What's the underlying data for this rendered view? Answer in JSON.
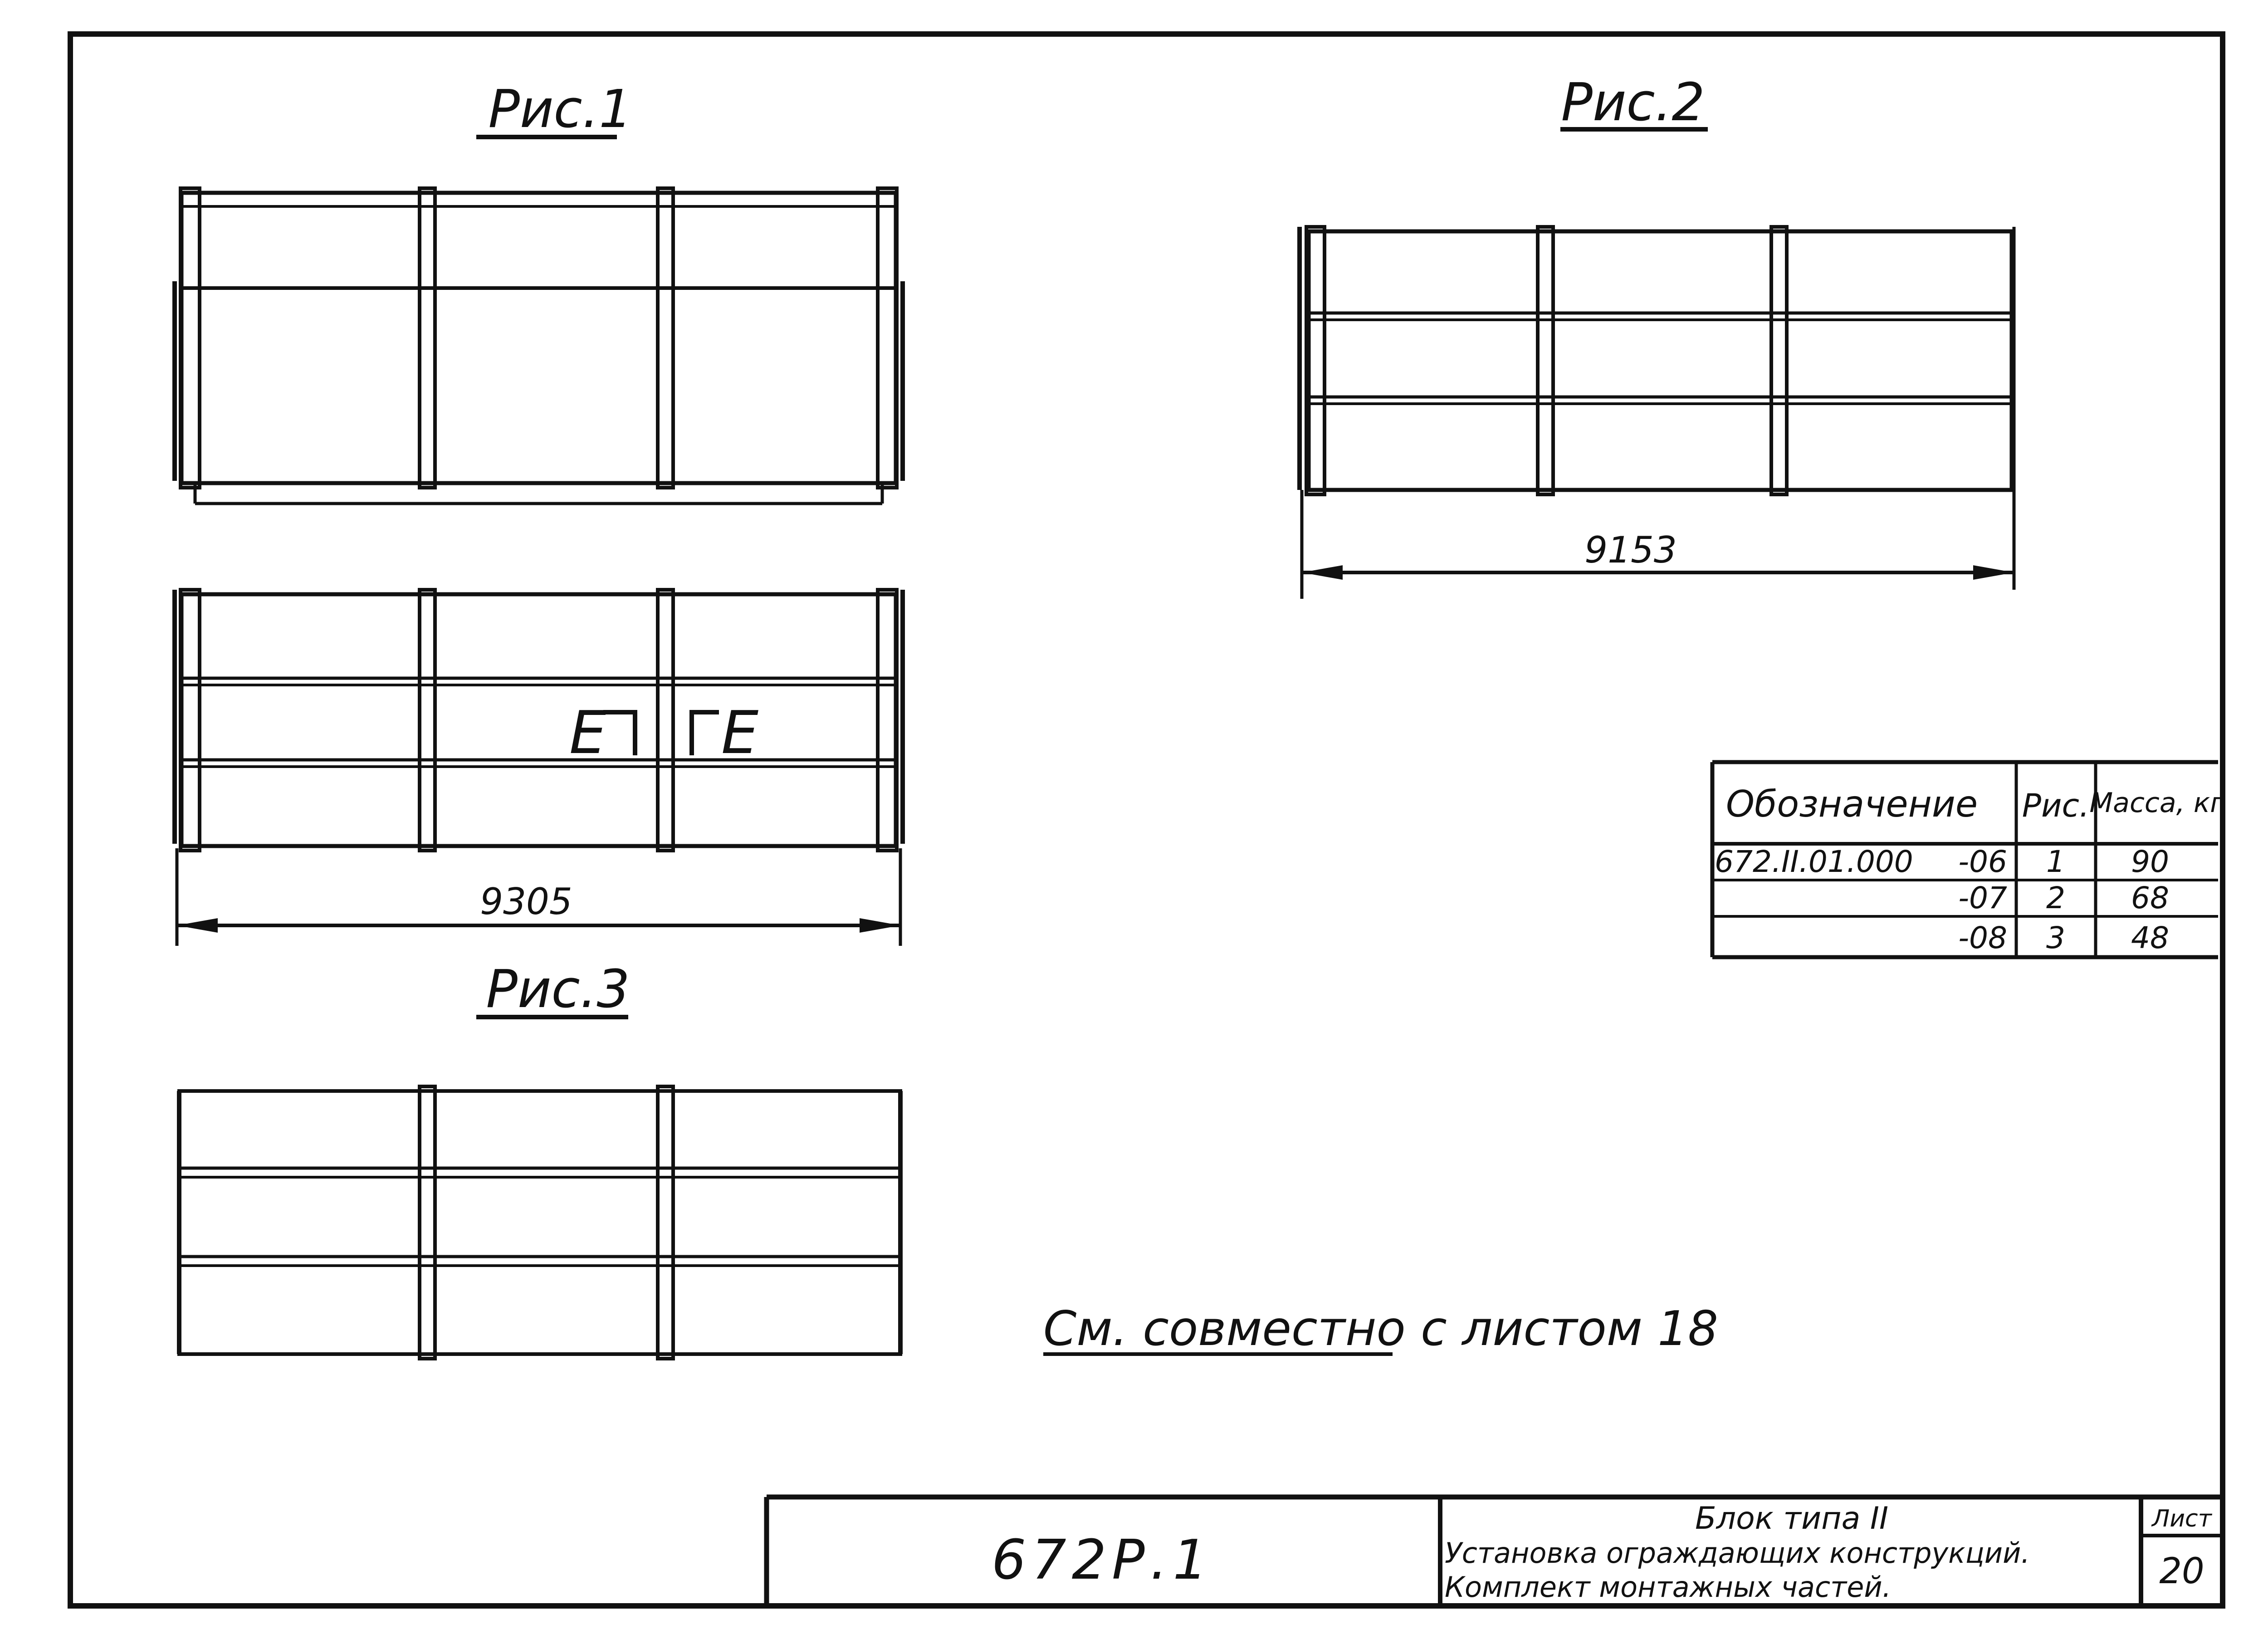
{
  "figures": {
    "fig1_caption": "Рис.1",
    "fig2_caption": "Рис.2",
    "fig3_caption": "Рис.3",
    "fig1_dimension": "9305",
    "fig2_dimension": "9153",
    "section_marks": [
      "Е",
      "Е"
    ]
  },
  "table": {
    "headers": [
      "Обозначение",
      "Рис.",
      "Масса, кг"
    ],
    "rows": [
      {
        "designation": "672.II.01.000",
        "suffix": "-06",
        "figure": "1",
        "mass": "90"
      },
      {
        "designation": "",
        "suffix": "-07",
        "figure": "2",
        "mass": "68"
      },
      {
        "designation": "",
        "suffix": "-08",
        "figure": "3",
        "mass": "48"
      }
    ]
  },
  "note": "См. совместно с листом 18",
  "title_block": {
    "code": "672Р.1",
    "title_line1": "Блок типа II",
    "title_line2": "Установка ограждающих конструкций.",
    "title_line3": "Комплект монтажных частей.",
    "sheet_label": "Лист",
    "sheet_number": "20"
  }
}
